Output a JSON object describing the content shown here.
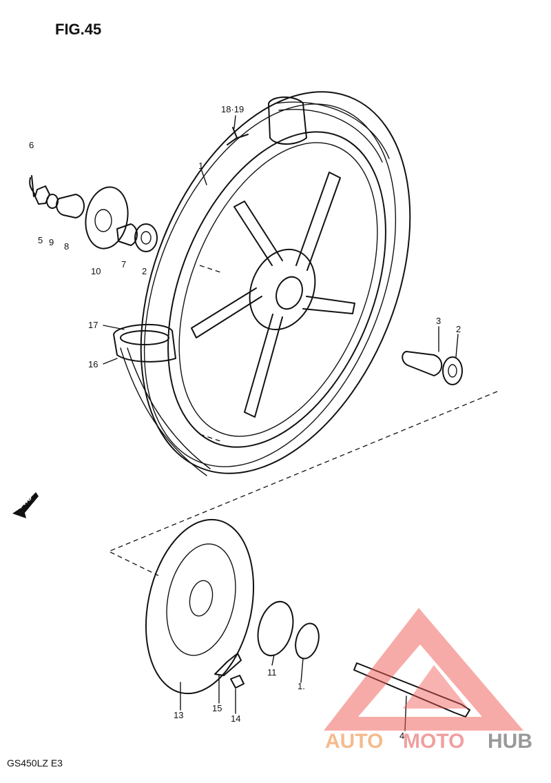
{
  "figure_title": "FIG.45",
  "model_code": "GS450LZ  E3",
  "forward_marker": "FWD",
  "watermark": {
    "part1": "AUTO",
    "part2": "MOTO",
    "part3": "HUB",
    "colors": {
      "auto": "#f3b07a",
      "moto": "#ef8f8f",
      "hub": "#888888",
      "triangle": "#ee5a55"
    }
  },
  "callouts": {
    "c1": "1",
    "c2a": "2",
    "c2b": "2",
    "c3": "3",
    "c4": "4",
    "c5": "5",
    "c6": "6",
    "c7": "7",
    "c8": "8",
    "c9": "9",
    "c10": "10",
    "c11": "11",
    "c12": "1.",
    "c13": "13",
    "c14": "14",
    "c15": "15",
    "c16": "16",
    "c17": "17",
    "c18_19": "18·19"
  }
}
